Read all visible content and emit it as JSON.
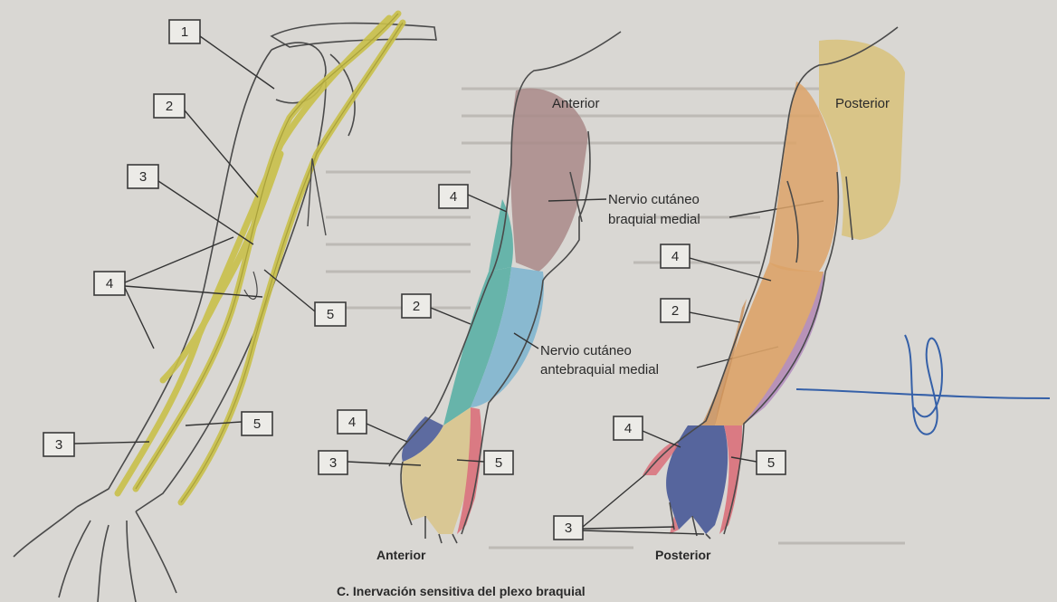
{
  "caption": "C. Inervación sensitiva del plexo braquial",
  "labels": {
    "anterior_top": "Anterior",
    "posterior_top": "Posterior",
    "anterior_bottom": "Anterior",
    "posterior_bottom": "Posterior",
    "cutaneo_braquial_1": "Nervio cutáneo",
    "cutaneo_braquial_2": "braquial medial",
    "cutaneo_antebraquial_1": "Nervio cutáneo",
    "cutaneo_antebraquial_2": "antebraquial medial"
  },
  "markers": {
    "m1": "1",
    "m2": "2",
    "m3": "3",
    "m4": "4",
    "m5": "5",
    "m3b": "3",
    "m5b": "5",
    "a4": "4",
    "a2": "2",
    "a4h": "4",
    "a3": "3",
    "a5": "5",
    "p4": "4",
    "p2": "2",
    "p4h": "4",
    "p5": "5",
    "p3": "3"
  },
  "colors": {
    "background": "#d9d7d3",
    "nerve_yellow": "#c9c04a",
    "medial_brachial": "#a98a88",
    "medial_antebrachial": "#7fb6cf",
    "radial_teal": "#5ab0a5",
    "ulnar_red": "#d9707a",
    "median_tan": "#d9c690",
    "radial_blue": "#4f5f9a",
    "posterior_orange": "#dca368",
    "posterior_yellow": "#d8c27a",
    "posterior_lilac": "#b48fbf",
    "signature_blue": "#3560a8"
  }
}
